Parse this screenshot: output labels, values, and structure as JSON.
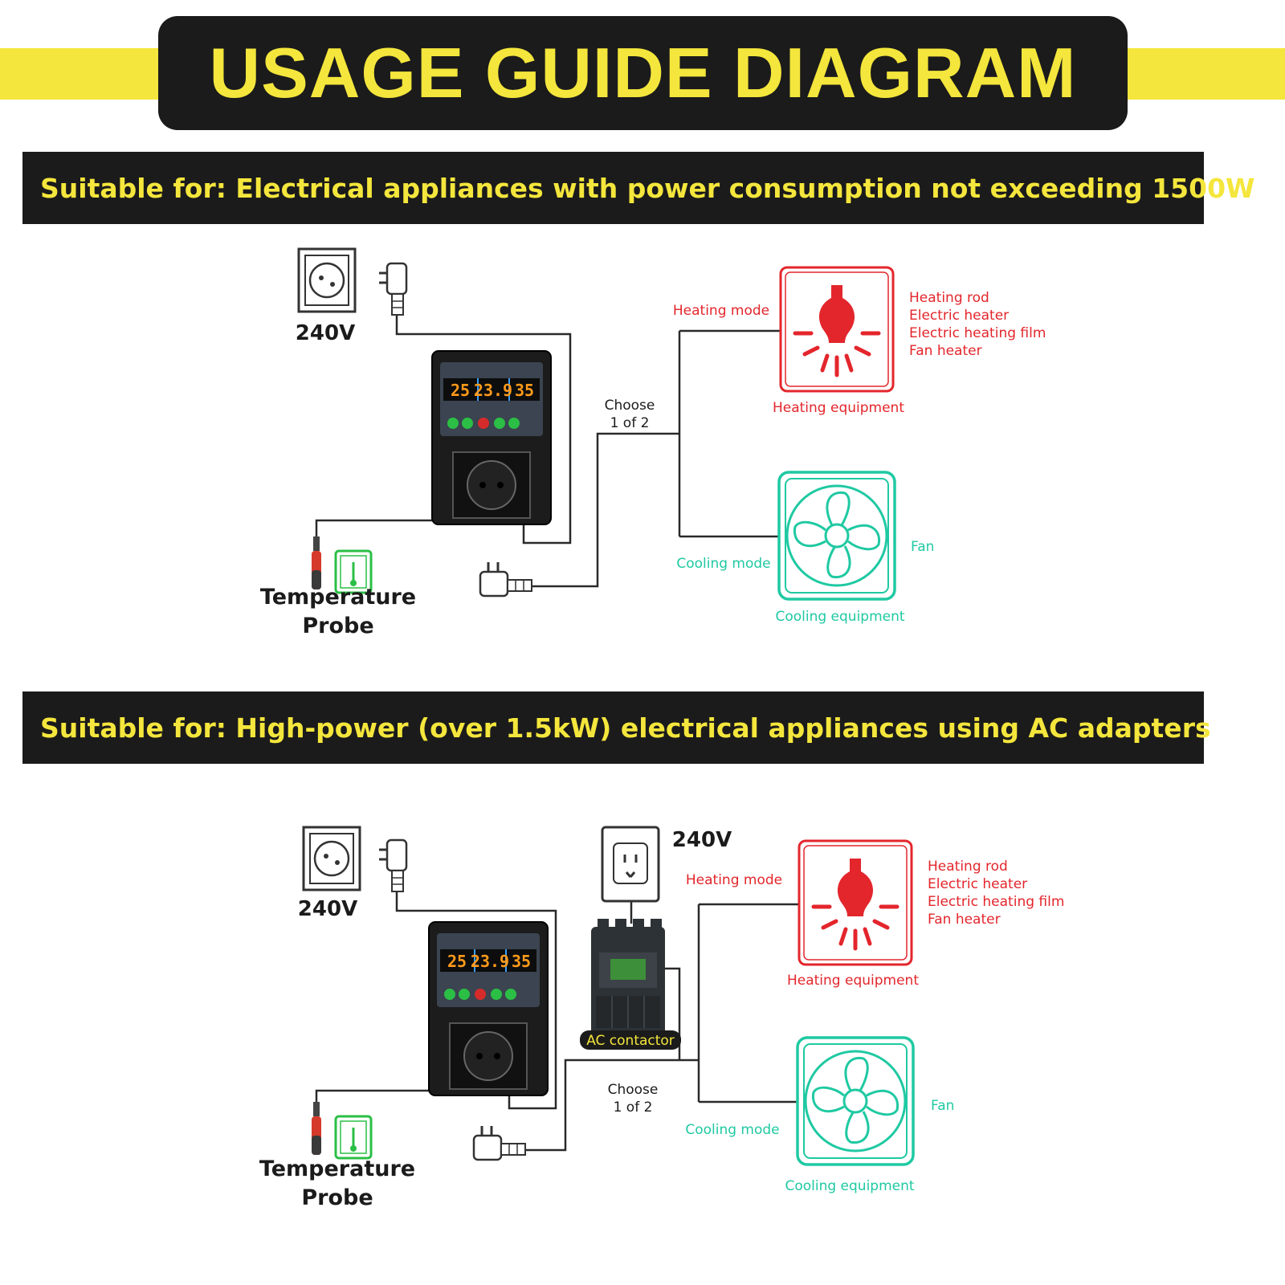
{
  "colors": {
    "yellow": "#f4e63c",
    "dark": "#1b1b1b",
    "heat": "#e3262c",
    "cool": "#1fc9a2",
    "probe_green": "#2bbf45",
    "digit_orange": "#ff9a1a"
  },
  "header": {
    "title": "USAGE GUIDE DIAGRAM"
  },
  "sections": [
    {
      "suitable": "Suitable for: Electrical appliances with power consumption not exceeding 1500W",
      "voltage": "240V",
      "probe_line1": "Temperature",
      "probe_line2": "Probe",
      "choose_line1": "Choose",
      "choose_line2": "1 of 2",
      "heating_mode": "Heating mode",
      "heating_equipment": "Heating equipment",
      "heating_list": [
        "Heating rod",
        "Electric heater",
        "Electric heating film",
        "Fan heater"
      ],
      "cooling_mode": "Cooling mode",
      "cooling_equipment": "Cooling equipment",
      "fan": "Fan",
      "display_values": [
        "25",
        "23.9",
        "35"
      ]
    },
    {
      "suitable": "Suitable for: High-power (over 1.5kW) electrical appliances using AC adapters",
      "voltage": "240V",
      "voltage_2": "240V",
      "probe_line1": "Temperature",
      "probe_line2": "Probe",
      "choose_line1": "Choose",
      "choose_line2": "1 of 2",
      "contactor": "AC contactor",
      "heating_mode": "Heating mode",
      "heating_equipment": "Heating equipment",
      "heating_list": [
        "Heating rod",
        "Electric heater",
        "Electric heating film",
        "Fan heater"
      ],
      "cooling_mode": "Cooling mode",
      "cooling_equipment": "Cooling equipment",
      "fan": "Fan",
      "display_values": [
        "25",
        "23.9",
        "35"
      ]
    }
  ]
}
